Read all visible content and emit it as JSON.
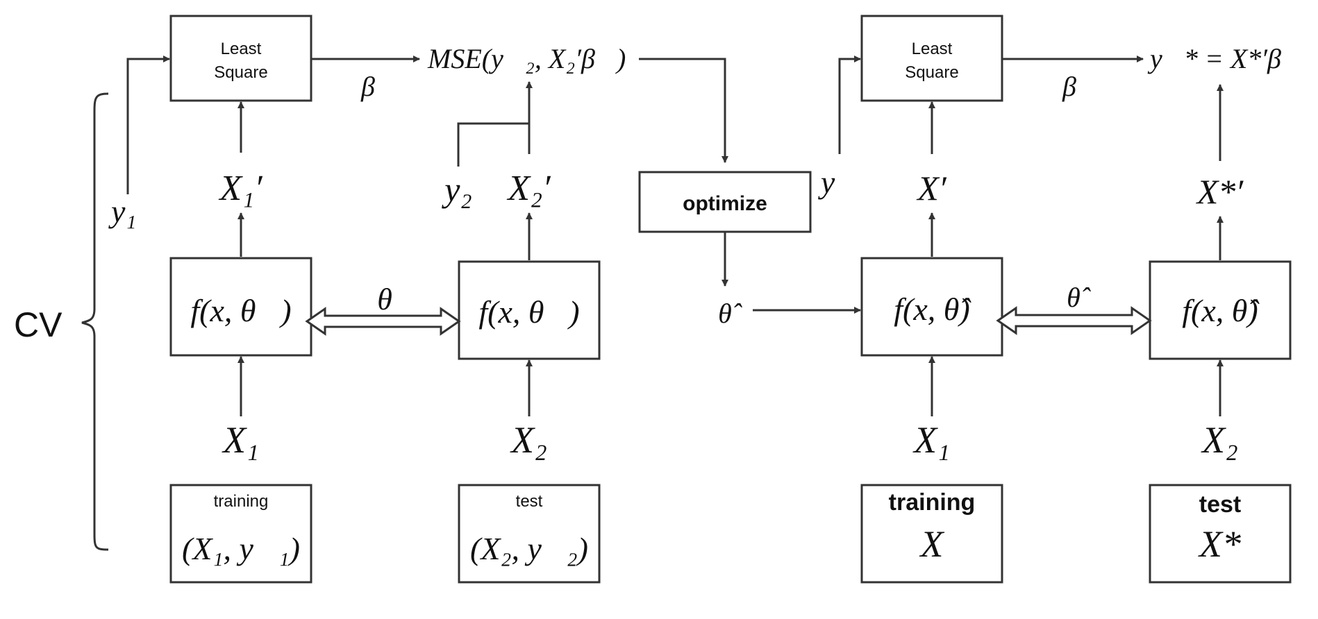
{
  "cv_bracket": {
    "label": "CV"
  },
  "left_pipeline": {
    "least_square_box": {
      "line1": "Least",
      "line2": "Square"
    },
    "beta_label": "β⃗",
    "mse_label": "MSE(y⃗₂, X₂′β⃗)",
    "y1_label": "y₁",
    "x1_prime_label": "X₁′",
    "y2_label": "y₂",
    "x2_prime_label": "X₂′",
    "f_train_box": "f(x, θ⃗)",
    "f_test_box": "f(x, θ⃗)",
    "theta_label": "θ",
    "x1_label": "X₁",
    "x2_label": "X₂",
    "training_box": {
      "title": "training",
      "content": "(X₁, y⃗₁)"
    },
    "test_box": {
      "title": "test",
      "content": "(X₂, y⃗₂)"
    }
  },
  "optimize_box": {
    "label": "optimize"
  },
  "theta_hat_label": "θ̂",
  "right_pipeline": {
    "least_square_box": {
      "line1": "Least",
      "line2": "Square"
    },
    "beta_label": "β⃗",
    "prediction_label": "y⃗* = X*′β⃗",
    "y_label": "y⃗",
    "x_prime_label": "X′",
    "x_star_prime_label": "X*′",
    "f_train_box": "f(x, θ̂)",
    "f_test_box": "f(x, θ̂)",
    "theta_hat_label": "θ̂",
    "x1_label": "X₁",
    "x2_label": "X₂",
    "training_box": {
      "title": "training",
      "content": "X"
    },
    "test_box": {
      "title": "test",
      "content": "X*"
    }
  }
}
